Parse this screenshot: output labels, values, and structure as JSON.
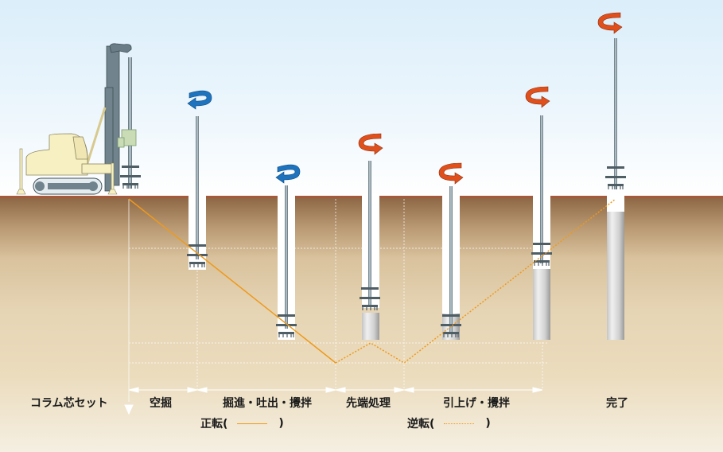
{
  "diagram": {
    "title": "",
    "colors": {
      "sky_top": "#dbeefa",
      "ground_surface": "#a65a3c",
      "ground_mid": "#e6d5b5",
      "rotation_normal": "#1e73be",
      "rotation_reverse": "#e0501c",
      "path_line": "#ee9a1c",
      "rod": "#8fa3ad",
      "column": "#d5d5d5"
    },
    "stages": [
      {
        "id": "column-center-set",
        "label": "コラム芯セット"
      },
      {
        "id": "empty-drilling",
        "label": "空掘",
        "rotation": "normal"
      },
      {
        "id": "drilling-discharge-mixing",
        "label": "掘進・吐出・攪拌",
        "rotation": "normal"
      },
      {
        "id": "tip-treatment",
        "label": "先端処理",
        "rotation": "reverse"
      },
      {
        "id": "pullup-mixing",
        "label": "引上げ・攪拌",
        "rotation": "reverse"
      },
      {
        "id": "complete",
        "label": "完了",
        "rotation": "reverse"
      }
    ],
    "legend": {
      "normal": {
        "label": "正転(",
        "close": ")",
        "style": "solid"
      },
      "reverse": {
        "label": "逆転(",
        "close": ")",
        "style": "dotted"
      }
    }
  }
}
